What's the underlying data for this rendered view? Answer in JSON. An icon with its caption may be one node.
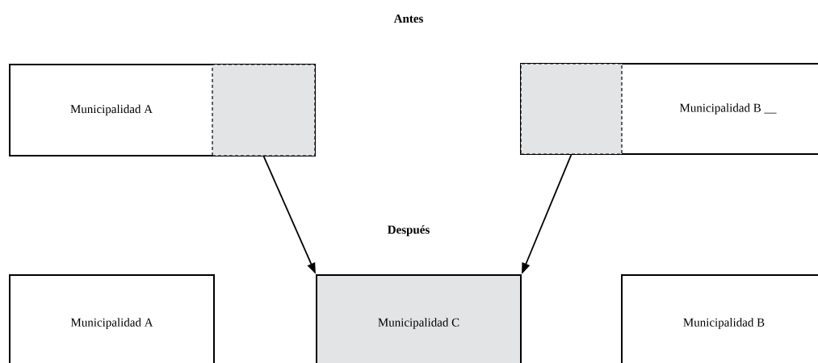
{
  "diagram": {
    "nodes": [
      {
        "text": [
          "Municipalidad A"
        ]
      },
      {
        "text": [],
        "shape": "box",
        "in": 0
      },
      {
        "text": [
          "Municipalidad B __"
        ]
      },
      {
        "text": [],
        "shape": "box",
        "in": 2
      },
      {
        "text": [
          "Municipalidad A"
        ]
      },
      {
        "text": [
          "Municipalidad C"
        ]
      },
      {
        "text": [
          "Municipalidad B"
        ]
      }
    ],
    "edges": [
      {
        "from": 1,
        "to": 5,
        "arrow": "to"
      },
      {
        "from": 3,
        "to": 5,
        "arrow": "to"
      }
    ],
    "labels": [
      "Antes",
      "Después"
    ]
  }
}
